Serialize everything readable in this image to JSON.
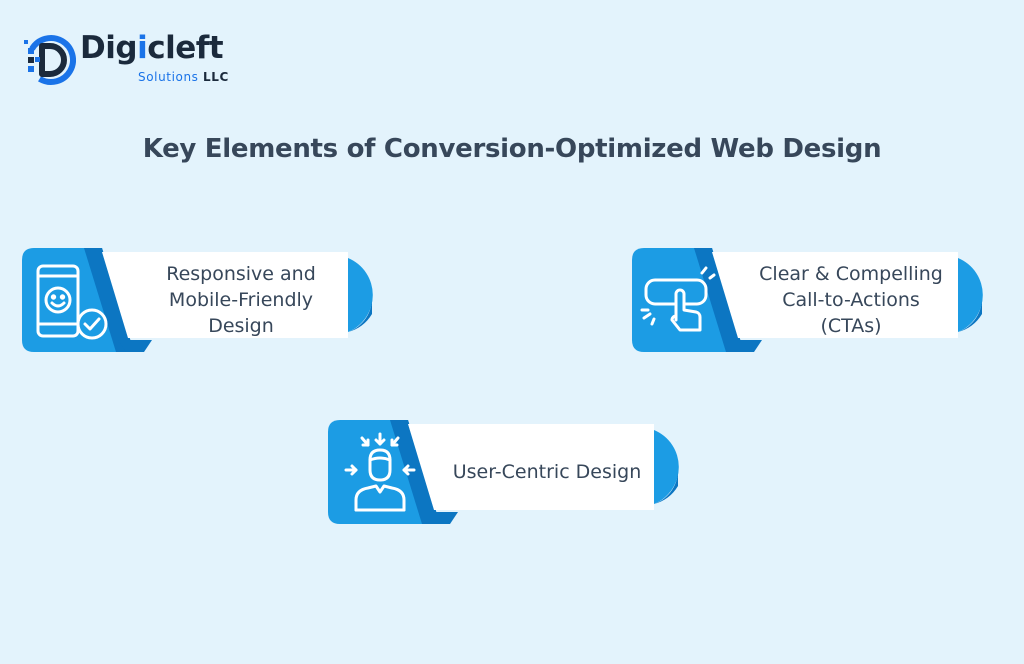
{
  "brand": {
    "name_prefix": "Dig",
    "name_accent": "i",
    "name_suffix": "cleft",
    "sub_main": "Solutions",
    "sub_llc": "LLC"
  },
  "title": "Key Elements of Conversion-Optimized Web Design",
  "colors": {
    "background": "#e3f3fc",
    "card_blue": "#1c9ce4",
    "card_dark": "#0c76c2",
    "card_white": "#ffffff",
    "text": "#37475a",
    "brand_blue": "#1a73e8"
  },
  "cards": [
    {
      "label": "Responsive and\nMobile-Friendly\nDesign",
      "icon": "smartphone-smiley-check-icon"
    },
    {
      "label": "Clear & Compelling\nCall-to-Actions\n(CTAs)",
      "icon": "hand-clicking-button-icon"
    },
    {
      "label": "User-Centric Design",
      "icon": "user-focus-arrows-icon"
    }
  ]
}
